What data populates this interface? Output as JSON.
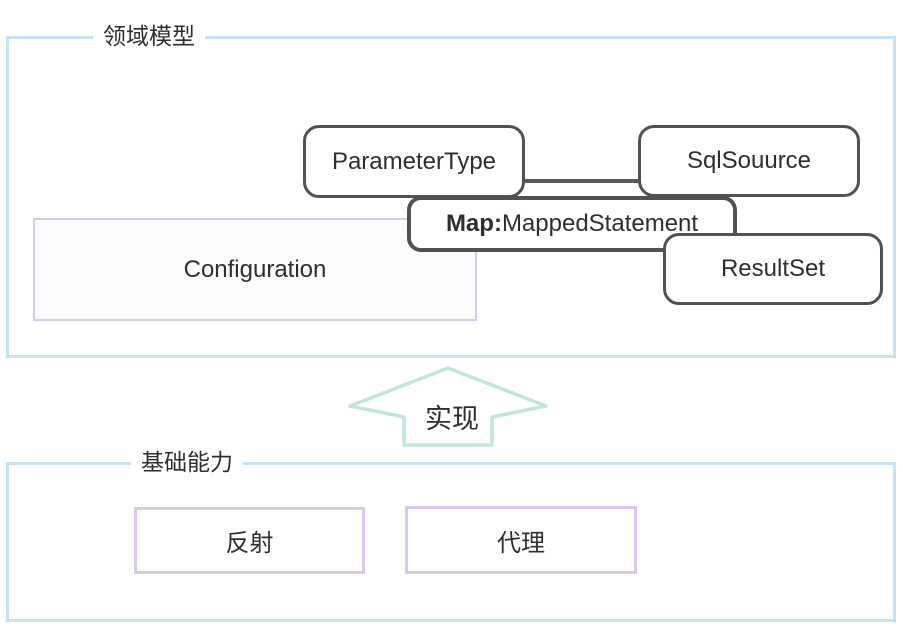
{
  "diagram": {
    "domain_section": {
      "label": "领域模型",
      "nodes": {
        "parameter_type": {
          "label": "ParameterType"
        },
        "sql_source": {
          "label": "SqlSouurce"
        },
        "mapped_statement": {
          "label_bold": "Map:",
          "label_rest": "MappedStatement"
        },
        "configuration": {
          "label": "Configuration"
        },
        "result_set": {
          "label": "ResultSet"
        }
      }
    },
    "arrow": {
      "label": "实现"
    },
    "base_section": {
      "label": "基础能力",
      "nodes": {
        "reflection": {
          "label": "反射"
        },
        "proxy": {
          "label": "代理"
        }
      }
    },
    "colors": {
      "container_border_blue": "#c6e2f3",
      "node_border_dark": "#515151",
      "node_border_purple": "#d9c9f0",
      "arrow_border_mint": "#c2e7da",
      "text": "#2e2e2e"
    }
  }
}
